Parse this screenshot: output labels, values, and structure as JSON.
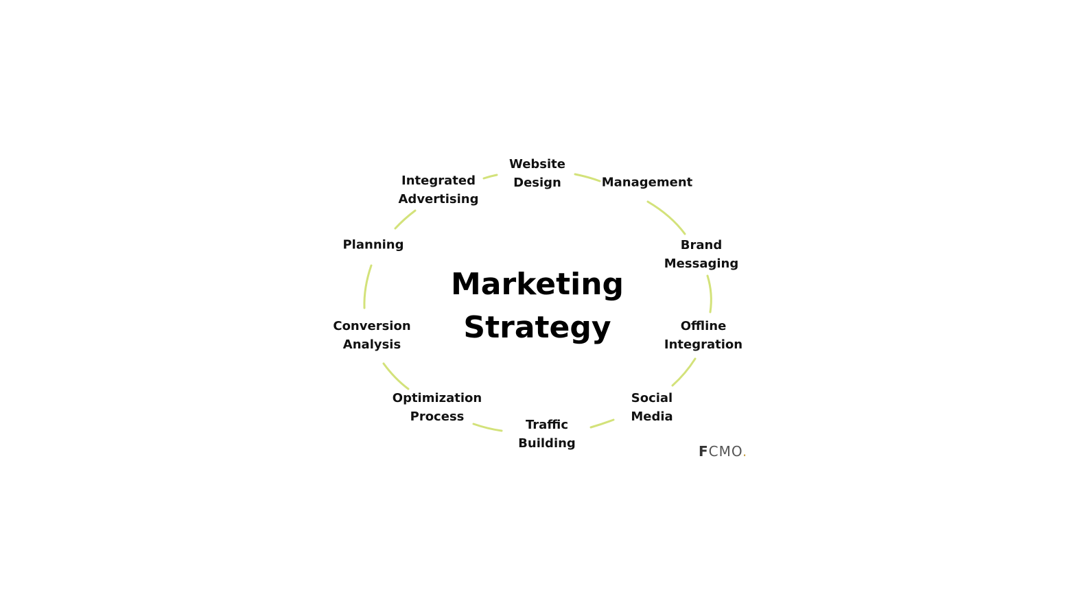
{
  "diagram": {
    "center_lines": [
      "Marketing",
      "Strategy"
    ],
    "accent_color": "#d3e27a",
    "nodes": [
      {
        "lines": [
          "Website",
          "Design"
        ]
      },
      {
        "lines": [
          "Management"
        ]
      },
      {
        "lines": [
          "Brand",
          "Messaging"
        ]
      },
      {
        "lines": [
          "Offline",
          "Integration"
        ]
      },
      {
        "lines": [
          "Social",
          "Media"
        ]
      },
      {
        "lines": [
          "Traffic",
          "Building"
        ]
      },
      {
        "lines": [
          "Optimization",
          "Process"
        ]
      },
      {
        "lines": [
          "Conversion",
          "Analysis"
        ]
      },
      {
        "lines": [
          "Planning"
        ]
      },
      {
        "lines": [
          "Integrated",
          "Advertising"
        ]
      }
    ]
  },
  "logo": {
    "first": "F",
    "rest": "CMO",
    "dot": "."
  }
}
